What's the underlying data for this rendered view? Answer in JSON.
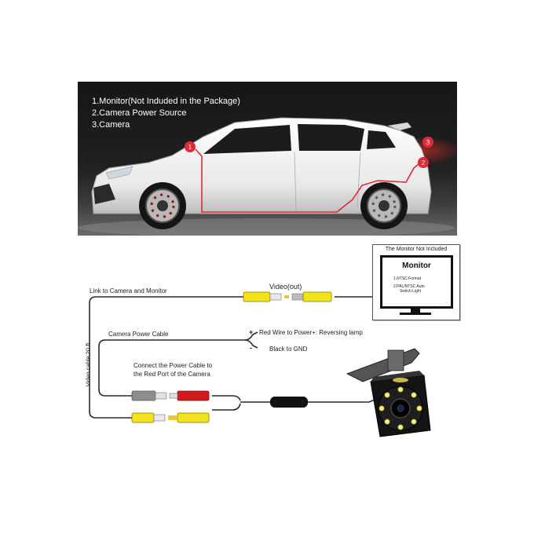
{
  "photo": {
    "legend": [
      "1.Monitor(Not Induded in the Package)",
      "2.Camera Power Source",
      "3.Camera"
    ],
    "markers": [
      "1",
      "2",
      "3"
    ]
  },
  "diagram": {
    "monitor_caption": "The Monitor Not Included",
    "monitor_title": "Monitor",
    "monitor_specs": [
      "1.NTSC Format",
      "2.PAL/NTSC Auto",
      "Switch Light"
    ],
    "video_out_label": "Video(out)",
    "link_label": "Link to Camera and Monitor",
    "power_cable_label": "Camera Power Cable",
    "red_wire_label": "Red Wire to Power+: Reversing lamp",
    "black_wire_label": "Black to GND",
    "plus_symbol": "+",
    "minus_symbol": "-",
    "connect_label_line1": "Connect the Power Cable to",
    "connect_label_line2": "the Red Port of the Camera",
    "video_cable_label": "Video cable 20 ft"
  },
  "colors": {
    "rca_yellow": "#f2e21c",
    "rca_red": "#d11a1a",
    "marker_red": "#e02a3a",
    "wire": "#2a2a2a"
  }
}
